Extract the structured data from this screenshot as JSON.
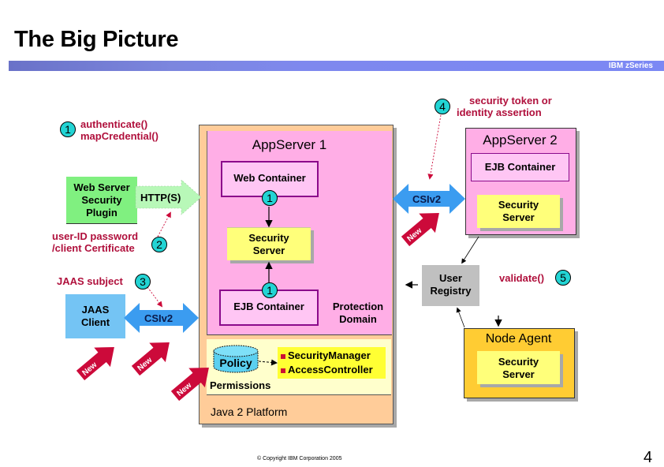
{
  "slide": {
    "title": "The Big Picture",
    "brand": "IBM zSeries",
    "copyright": "© Copyright IBM Corporation 2005",
    "page_number": "4"
  },
  "colors": {
    "annotation_red": "#b0103c",
    "badge_cyan": "#22d4d4",
    "appserver_pink": "#ffaee6",
    "container_border": "#8b0a8b",
    "security_yellow": "#ffff7a",
    "java_platform_peach": "#ffcc99",
    "csiv2_blue": "#3b9cf0",
    "jaas_client_blue": "#74c4f4",
    "web_plugin_green": "#80f080",
    "registry_gray": "#c0c0c0",
    "node_agent_gold": "#ffcc33",
    "new_arrow_red": "#cc0a3a"
  },
  "annotations": {
    "step1": {
      "badge": "1",
      "lines": [
        "authenticate()",
        "mapCredential()"
      ]
    },
    "step2": {
      "badge": "2",
      "lines": [
        "user-ID password",
        "/client Certificate"
      ]
    },
    "step3": {
      "badge": "3",
      "text": "JAAS subject"
    },
    "step4": {
      "badge": "4",
      "lines": [
        "security token or",
        "identity assertion"
      ]
    },
    "step5": {
      "badge": "5",
      "text": "validate()"
    }
  },
  "web_server_plugin": {
    "lines": [
      "Web Server",
      "Security",
      "Plugin"
    ]
  },
  "http_arrow": {
    "label": "HTTP(S)"
  },
  "jaas_client": {
    "lines": [
      "JAAS",
      "Client"
    ]
  },
  "csiv2_left": {
    "label": "CSIv2"
  },
  "csiv2_right": {
    "label": "CSIv2"
  },
  "appserver1": {
    "title": "AppServer 1",
    "web_container": {
      "label": "Web Container",
      "badge": "1"
    },
    "security_server": {
      "lines": [
        "Security",
        "Server"
      ]
    },
    "ejb_container": {
      "label": "EJB Container",
      "badge": "1"
    },
    "protection_domain": {
      "lines": [
        "Protection",
        "Domain"
      ]
    },
    "policy": {
      "label": "Policy"
    },
    "permissions": "Permissions",
    "java_components": [
      "SecurityManager",
      "AccessController"
    ],
    "java_platform": "Java 2 Platform"
  },
  "appserver2": {
    "title": "AppServer 2",
    "ejb_container": "EJB Container",
    "security_server": {
      "lines": [
        "Security",
        "Server"
      ]
    }
  },
  "user_registry": {
    "lines": [
      "User",
      "Registry"
    ]
  },
  "node_agent": {
    "title": "Node Agent",
    "security_server": {
      "lines": [
        "Security",
        "Server"
      ]
    }
  },
  "new_markers": [
    "New",
    "New",
    "New",
    "New"
  ]
}
